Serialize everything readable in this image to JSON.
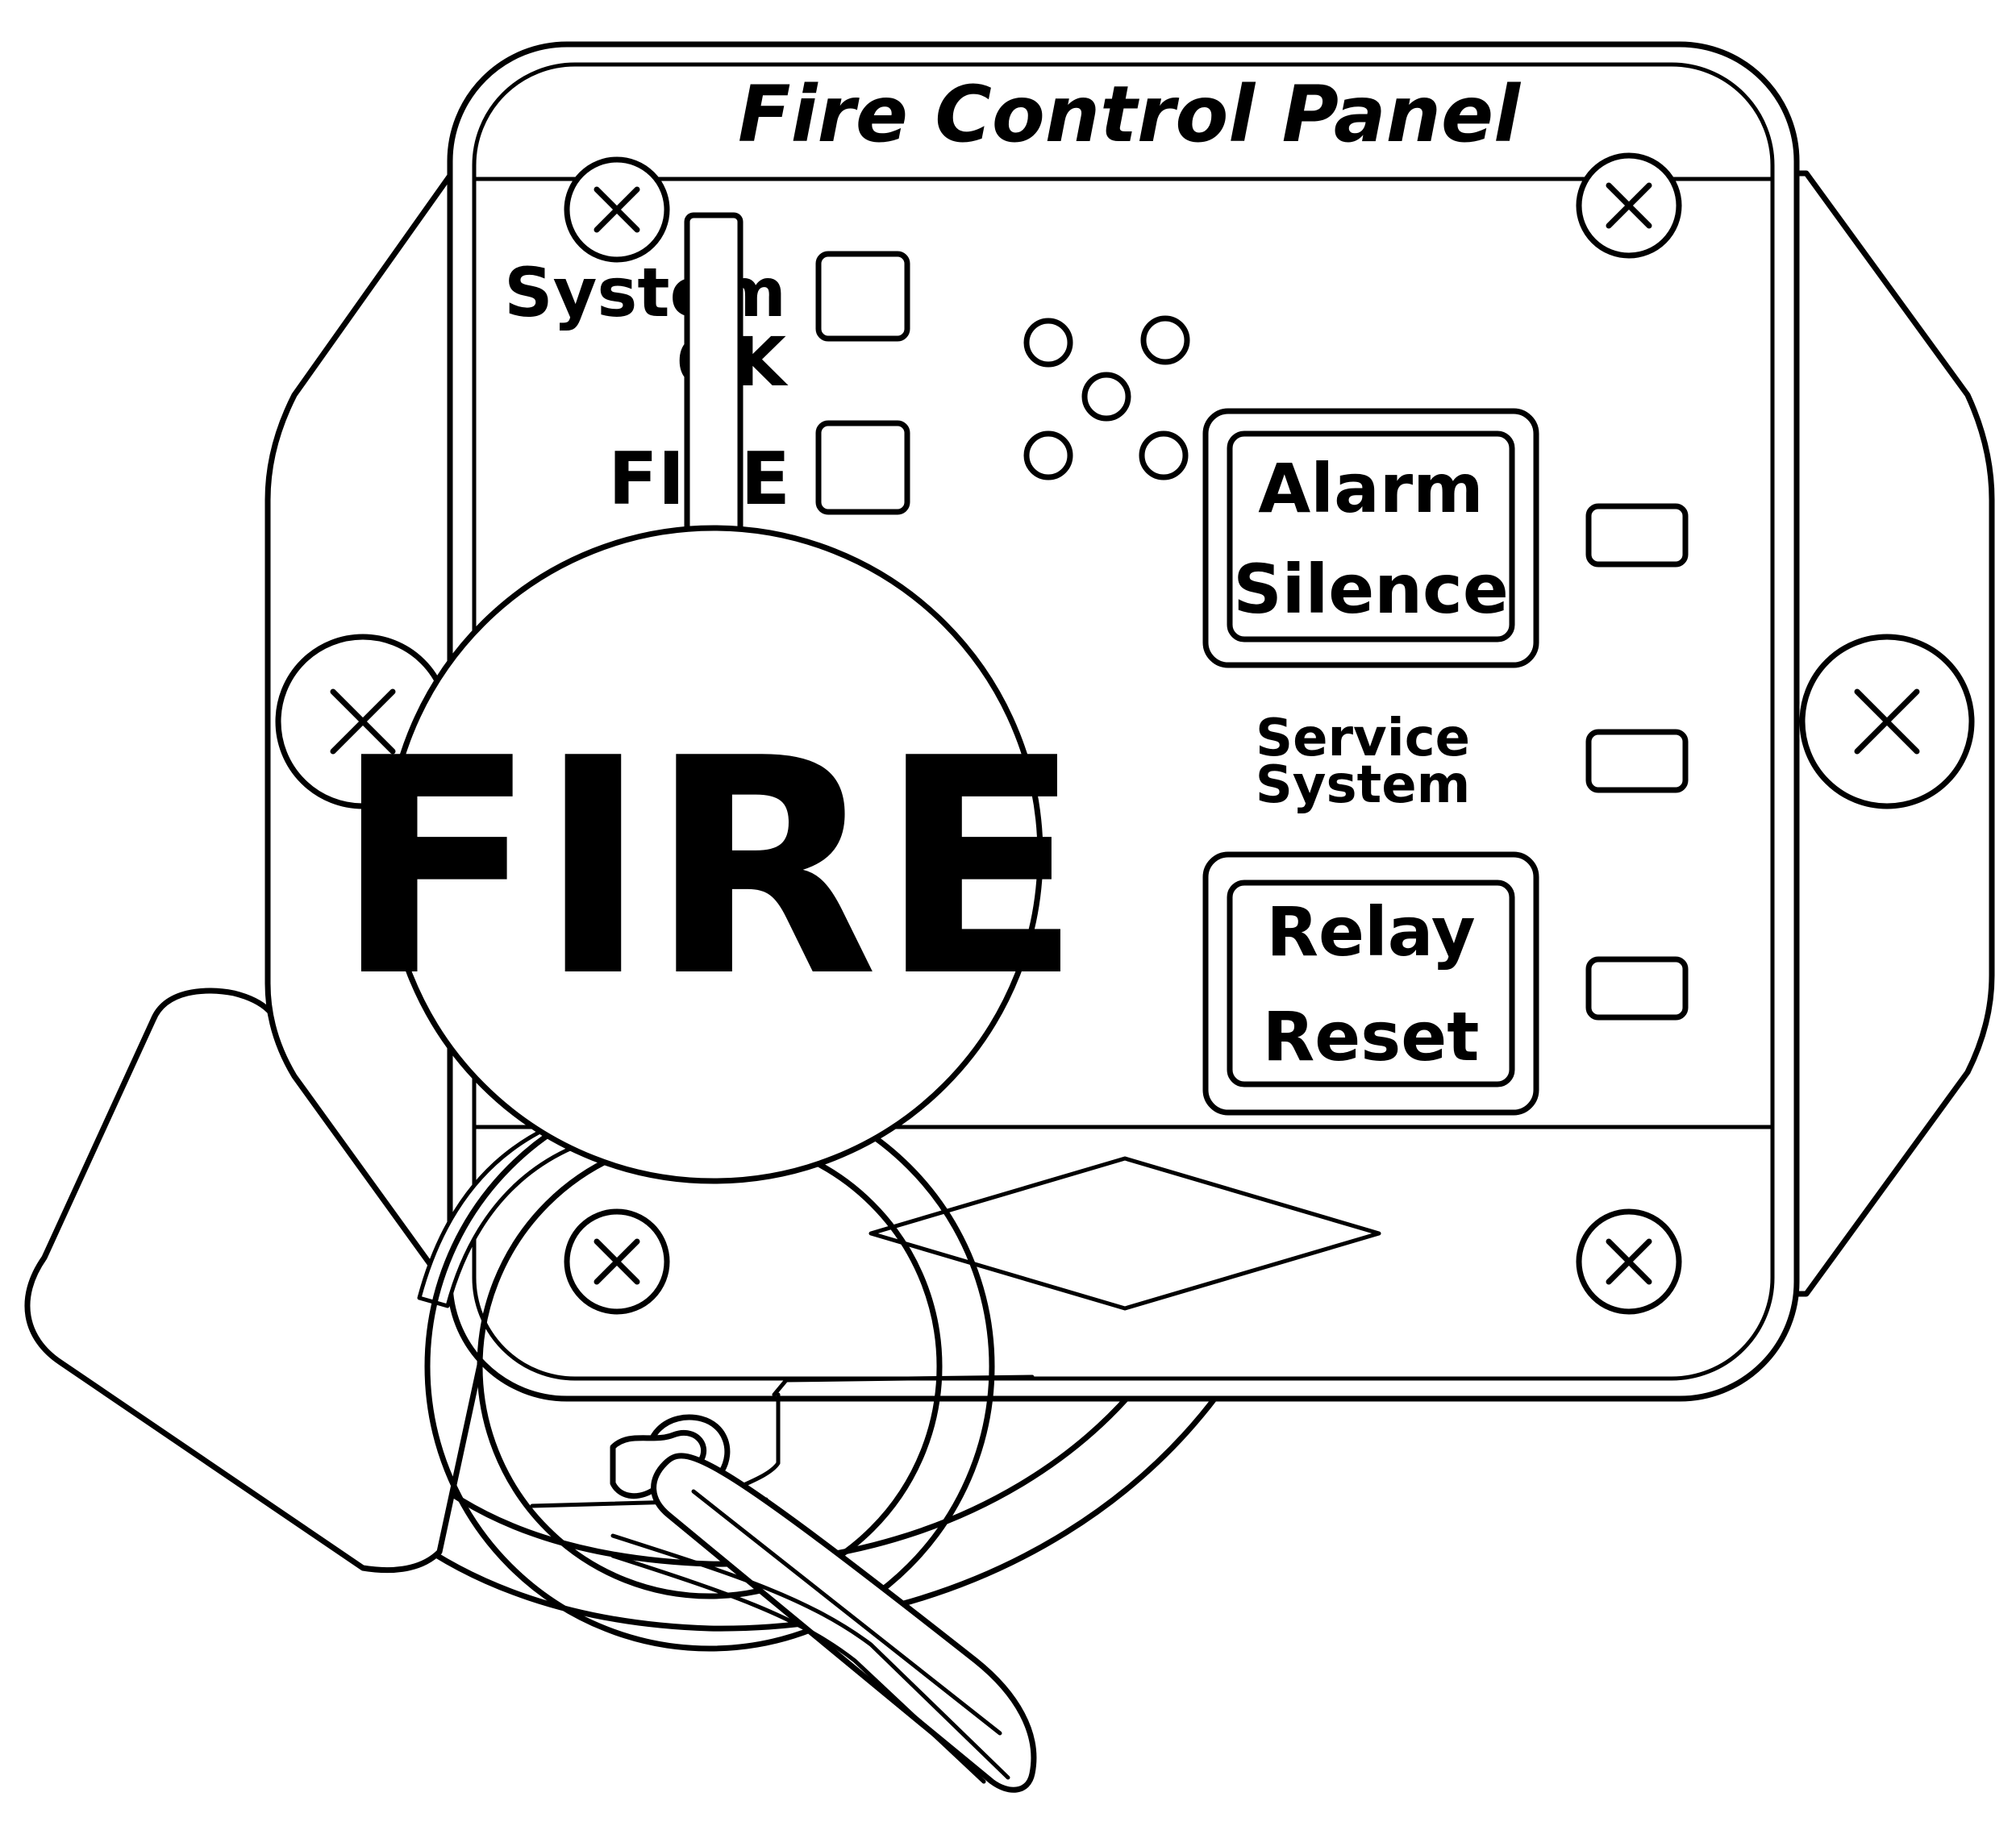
{
  "panel": {
    "title": "Fire Control Panel",
    "indicators": {
      "system_ok_line1": "System",
      "system_ok_line2": "OK",
      "fire_label": "FIRE"
    },
    "alarm_silence": {
      "line1": "Alarm",
      "line2": "Silence"
    },
    "service_system": {
      "line1": "Service",
      "line2": "System"
    },
    "relay_reset": {
      "line1": "Relay",
      "line2": "Reset"
    }
  },
  "fire_button": {
    "label": "FIRE"
  },
  "icons": {
    "screw": "x-screw-icon",
    "speaker": "speaker-grille-icon",
    "key": "key-icon",
    "tag": "tag-icon"
  },
  "colors": {
    "line": "#000000",
    "background": "#ffffff"
  }
}
